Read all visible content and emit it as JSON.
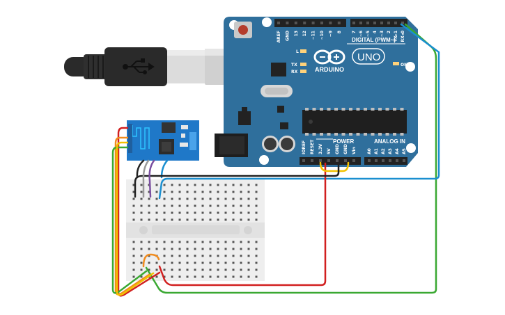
{
  "board": {
    "brand": "ARDUINO",
    "model": "UNO",
    "digital_header_label": "DIGITAL (PWM~)",
    "power_label": "POWER",
    "analog_label": "ANALOG IN",
    "on_label": "ON",
    "led_labels": [
      "L",
      "TX",
      "RX"
    ],
    "digital_pins": [
      "AREF",
      "GND",
      "13",
      "12",
      "~11",
      "~10",
      "~9",
      "8",
      "7",
      "~6",
      "~5",
      "4",
      "~3",
      "2",
      "TX▸1",
      "RX◂0"
    ],
    "power_pins": [
      "IOREF",
      "RESET",
      "3.3V",
      "5V",
      "GND",
      "GND",
      "Vin"
    ],
    "analog_pins": [
      "A0",
      "A1",
      "A2",
      "A3",
      "A4",
      "A5"
    ],
    "colors": {
      "board": "#2f6f9c",
      "header": "#222222",
      "trace": "#5b94c0"
    }
  },
  "usb_cable": {
    "icon": "usb-icon",
    "colors": {
      "plug": "#2a2a2a",
      "connector": "#d9d9d9"
    }
  },
  "wifi_module": {
    "colors": {
      "pcb": "#1f78c8",
      "chip": "#333333"
    }
  },
  "breadboard": {
    "colors": {
      "body": "#eeeeee",
      "hole": "#555555"
    }
  },
  "wires": [
    {
      "name": "wire-rx-blue",
      "color": "#1a8fd0"
    },
    {
      "name": "wire-tx-green",
      "color": "#3aa832"
    },
    {
      "name": "wire-3v3-red",
      "color": "#d11f1f"
    },
    {
      "name": "wire-gnd-black",
      "color": "#222222"
    },
    {
      "name": "wire-3v3-yellow",
      "color": "#f2c200"
    },
    {
      "name": "wire-ch-purple",
      "color": "#7a4fa0"
    },
    {
      "name": "wire-orange",
      "color": "#f08c1e"
    },
    {
      "name": "wire-gray",
      "color": "#9a9a9a"
    }
  ]
}
